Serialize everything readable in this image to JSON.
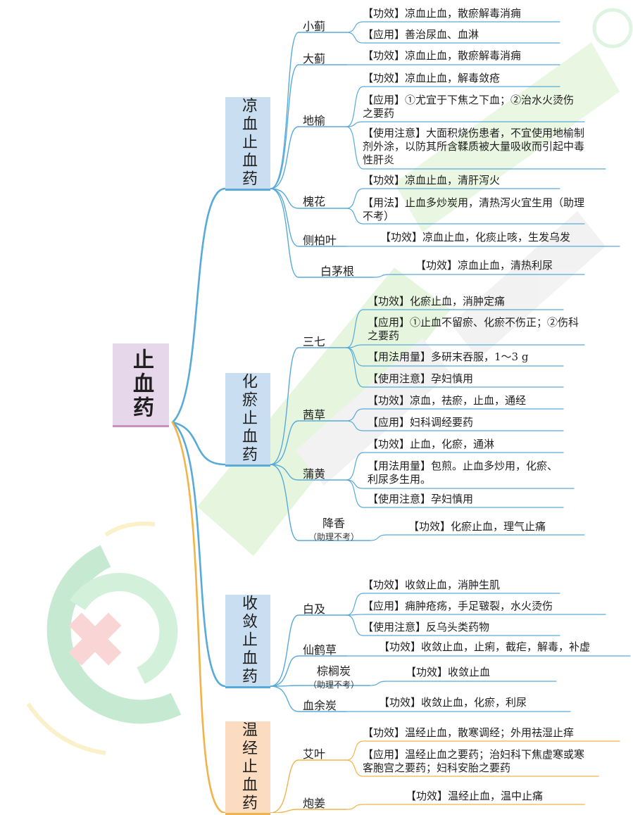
{
  "colors": {
    "blue_line": "#58aad8",
    "orange_line": "#f2b349",
    "root_bg": "#e6d8ea",
    "blue_box_bg": "#c9def1",
    "orange_box_bg": "#fbdcc1"
  },
  "root": {
    "label": "止血药"
  },
  "categories": [
    {
      "label": "凉血止血药",
      "herbs": [
        {
          "name": "小蓟",
          "items": [
            "【功效】凉血止血，散瘀解毒消痈",
            "【应用】善治尿血、血淋"
          ]
        },
        {
          "name": "大蓟",
          "items": [
            "【功效】凉血止血，散瘀解毒消痈"
          ]
        },
        {
          "name": "地榆",
          "items": [
            "【功效】凉血止血，解毒敛疮",
            "【应用】①尤宜于下焦之下血；②治水火烫伤之要药",
            "【使用注意】大面积烧伤患者，不宜使用地榆制剂外涂，以防其所含鞣质被大量吸收而引起中毒性肝炎"
          ]
        },
        {
          "name": "槐花",
          "items": [
            "【功效】凉血止血，清肝泻火",
            "【用法】止血多炒炭用，清热泻火宜生用（助理不考）"
          ]
        },
        {
          "name": "侧柏叶",
          "items": [
            "【功效】凉血止血，化痰止咳，生发乌发"
          ]
        },
        {
          "name": "白茅根",
          "items": [
            "【功效】凉血止血，清热利尿"
          ]
        }
      ]
    },
    {
      "label": "化瘀止血药",
      "herbs": [
        {
          "name": "三七",
          "items": [
            "【功效】化瘀止血，消肿定痛",
            "【应用】①止血不留瘀、化瘀不伤正；②伤科之要药",
            "【用法用量】多研末吞服，1～3 g",
            "【使用注意】孕妇慎用"
          ]
        },
        {
          "name": "茜草",
          "items": [
            "【功效】凉血，祛瘀，止血，通经",
            "【应用】妇科调经要药"
          ]
        },
        {
          "name": "蒲黄",
          "items": [
            "【功效】止血，化瘀，通淋",
            "【用法用量】包煎。止血多炒用，化瘀、利尿多生用。",
            "【使用注意】孕妇慎用"
          ]
        },
        {
          "name": "降香",
          "note": "（助理不考）",
          "items": [
            "【功效】化瘀止血，理气止痛"
          ]
        }
      ]
    },
    {
      "label": "收敛止血药",
      "herbs": [
        {
          "name": "白及",
          "items": [
            "【功效】收敛止血，消肿生肌",
            "【应用】痈肿疮疡，手足皲裂，水火烫伤",
            "【使用注意】反乌头类药物"
          ]
        },
        {
          "name": "仙鹤草",
          "items": [
            "【功效】收敛止血，止痢，截疟，解毒，补虚"
          ]
        },
        {
          "name": "棕榈炭",
          "note": "（助理不考）",
          "items": [
            "【功效】收敛止血"
          ]
        },
        {
          "name": "血余炭",
          "items": [
            "【功效】收敛止血，化瘀，利尿"
          ]
        }
      ]
    },
    {
      "label": "温经止血药",
      "herbs": [
        {
          "name": "艾叶",
          "items": [
            "【功效】温经止血，散寒调经；外用祛湿止痒",
            "【应用】温经止血之要药；治妇科下焦虚寒或寒客胞宫之要药；妇科安胎之要药"
          ]
        },
        {
          "name": "炮姜",
          "items": [
            "【功效】温经止血，温中止痛"
          ]
        }
      ]
    }
  ]
}
